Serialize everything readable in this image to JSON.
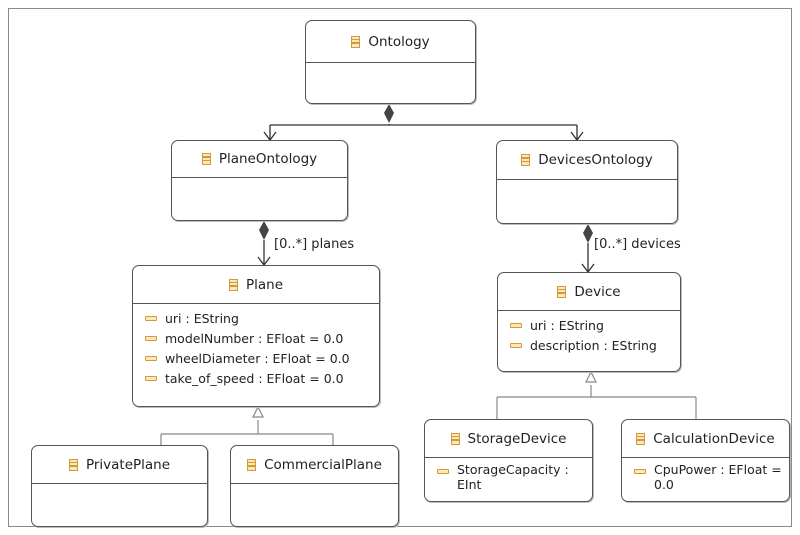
{
  "classes": {
    "ontology": {
      "name": "Ontology"
    },
    "plane_ontology": {
      "name": "PlaneOntology"
    },
    "devices_ontology": {
      "name": "DevicesOntology"
    },
    "plane": {
      "name": "Plane",
      "attributes": [
        "uri : EString",
        "modelNumber : EFloat = 0.0",
        "wheelDiameter : EFloat = 0.0",
        "take_of_speed : EFloat = 0.0"
      ]
    },
    "device": {
      "name": "Device",
      "attributes": [
        "uri : EString",
        "description : EString"
      ]
    },
    "private_plane": {
      "name": "PrivatePlane"
    },
    "commercial_plane": {
      "name": "CommercialPlane"
    },
    "storage_device": {
      "name": "StorageDevice",
      "attributes": [
        "StorageCapacity : EInt"
      ]
    },
    "calculation_device": {
      "name": "CalculationDevice",
      "attributes": [
        "CpuPower : EFloat = 0.0"
      ]
    }
  },
  "relations": {
    "planes": "[0..*] planes",
    "devices": "[0..*] devices"
  },
  "colors": {
    "class_icon": "#d29a3c",
    "line": "#333333",
    "generalization": "#888888"
  }
}
